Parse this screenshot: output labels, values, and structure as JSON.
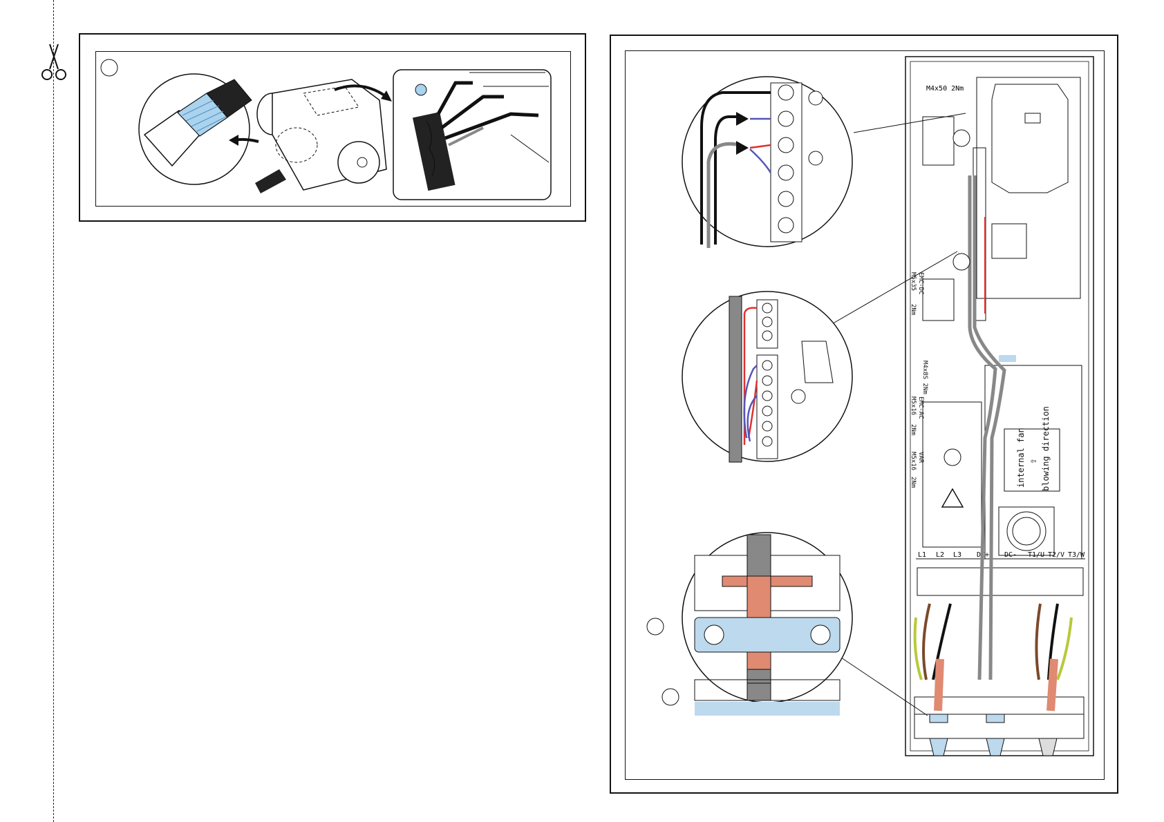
{
  "labels": {
    "torque_top": "M4x50 2Nm",
    "torque_mid": "M4x8S 2Nm",
    "fan_line1": "internal fan",
    "fan_arrow": "⇧",
    "fan_line2": "blowing direction",
    "side_labels": [
      "EMC-DC",
      "M5x35",
      "2Nm",
      "EMC-AC",
      "M5x16",
      "2Nm",
      "VAR",
      "M5x16",
      "2Nm"
    ],
    "terminals": [
      "L1",
      "L2",
      "L3",
      "DC+",
      "DC-",
      "T1/U",
      "T2/V",
      "T3/W"
    ]
  },
  "icons": {
    "cut": "scissors-icon",
    "warning": "warning-triangle-icon"
  },
  "colors": {
    "clamp_blue": "#bcd9ee",
    "cable_copper": "#e08a72",
    "wire_red": "#e03030",
    "wire_blue": "#5454b8",
    "wire_brown": "#7a4a2a",
    "wire_green_yellow": "#b8c93a"
  }
}
